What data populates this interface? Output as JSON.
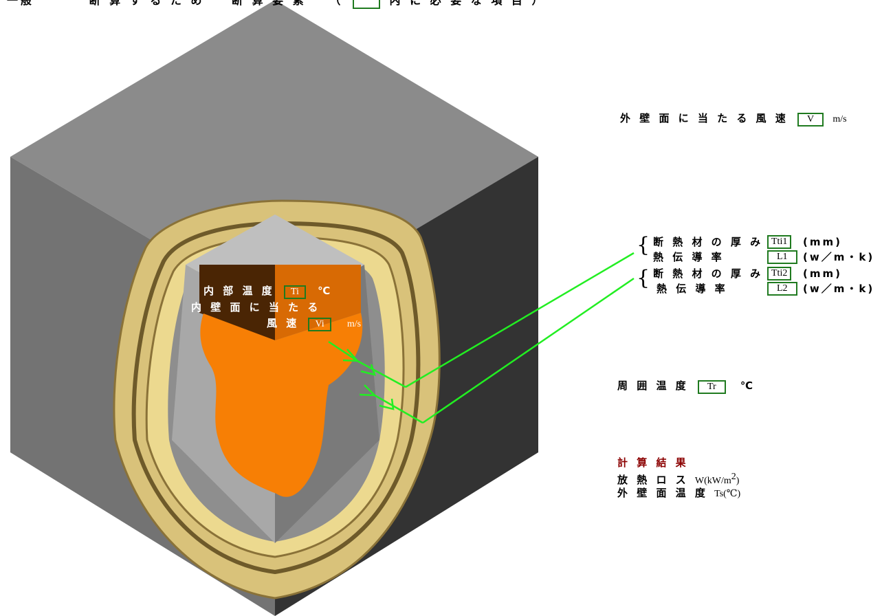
{
  "title_fragments": {
    "p1": "一般",
    "p2": "断 算 す る た め",
    "p3": "断 算 要 素",
    "p4": "（",
    "p5": "内 に 必 要 な 項 目 ）"
  },
  "inner": {
    "temp_label": "内 部 温 度",
    "temp_box": "Ti",
    "temp_unit": "℃",
    "wind_line1": "内 壁 面 に 当 た る",
    "wind_line2": "風 速",
    "wind_box": "Vi",
    "wind_unit": "m/s"
  },
  "outer_wind": {
    "label": "外 壁 面 に 当 た る 風 速",
    "box": "V",
    "unit": "m/s"
  },
  "insulation1": {
    "thickness_label": "断 熱 材 の 厚 み",
    "thickness_box": "Tti1",
    "thickness_unit": "(mm)",
    "conductivity_label": "熱 伝 導 率",
    "conductivity_box": "L1",
    "conductivity_unit": "(w／m・k)"
  },
  "insulation2": {
    "thickness_label": "断 熱 材 の 厚 み",
    "thickness_box": "Tti2",
    "thickness_unit": "(mm)",
    "conductivity_label": "熱 伝 導 率",
    "conductivity_box": "L2",
    "conductivity_unit": "(w／m・k)"
  },
  "ambient": {
    "label": "周 囲 温 度",
    "box": "Tr",
    "unit": "℃"
  },
  "results": {
    "heading": "計 算 結 果",
    "heat_loss_label": "放 熱 ロ ス",
    "heat_loss_unit": "W(kW/m",
    "heat_loss_sup": "2",
    "heat_loss_close": ")",
    "surface_temp_label": "外 壁 面 温 度",
    "surface_temp_unit": "Ts(℃)"
  },
  "colors": {
    "box_border": "#1f7a1f",
    "arrow": "#22ee22",
    "cube_top": "#8a8a8a",
    "cube_left": "#707070",
    "cube_right": "#333333",
    "inner_fill": "#f77f05",
    "insulation": "#d8c47a",
    "result_heading": "#8b0000"
  }
}
